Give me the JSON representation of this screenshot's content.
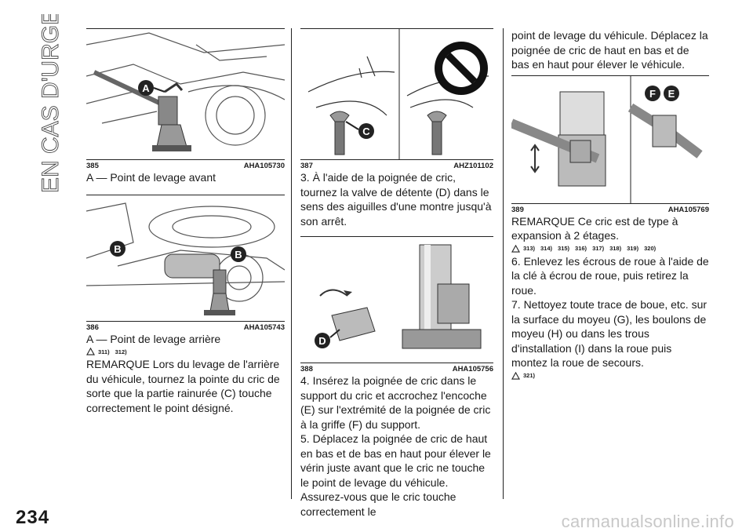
{
  "section_title": "EN CAS D'URGENCE",
  "page_number": "234",
  "watermark": "carmanualsonline.info",
  "figures": [
    {
      "number": "385",
      "code": "AHA105730",
      "callouts": [
        "A"
      ]
    },
    {
      "number": "386",
      "code": "AHA105743",
      "callouts": [
        "B",
        "B"
      ]
    },
    {
      "number": "387",
      "code": "AHZ101102",
      "callouts": [
        "C"
      ]
    },
    {
      "number": "388",
      "code": "AHA105756",
      "callouts": [
        "D"
      ]
    },
    {
      "number": "389",
      "code": "AHA105769",
      "callouts": [
        "F",
        "E"
      ]
    }
  ],
  "col1": {
    "caption_385": "A — Point de levage avant",
    "caption_386": "A — Point de levage arrière",
    "refs_1": [
      "311)",
      "312)"
    ],
    "para_1": "REMARQUE Lors du levage de l'arrière du véhicule, tournez la pointe du cric de sorte que la partie rainurée (C) touche correctement le point désigné."
  },
  "col2": {
    "para_3": "3. À l'aide de la poignée de cric, tournez la valve de détente (D) dans le sens des aiguilles d'une montre jusqu'à son arrêt.",
    "para_4": "4. Insérez la poignée de cric dans le support du cric et accrochez l'encoche (E) sur l'extrémité de la poignée de cric à la griffe (F) du support.",
    "para_5": "5. Déplacez la poignée de cric de haut en bas et de bas en haut pour élever le vérin juste avant que le cric ne touche le point de levage du véhicule. Assurez-vous que le cric touche correctement le"
  },
  "col3": {
    "para_cont": "point de levage du véhicule. Déplacez la poignée de cric de haut en bas et de bas en haut pour élever le véhicule.",
    "para_remark": "REMARQUE Ce cric est de type à expansion à 2 étages.",
    "refs_2": [
      "313)",
      "314)",
      "315)",
      "316)",
      "317)",
      "318)",
      "319)",
      "320)"
    ],
    "para_6": "6. Enlevez les écrous de roue à l'aide de la clé à écrou de roue, puis retirez la roue.",
    "para_7": "7. Nettoyez toute trace de boue, etc. sur la surface du moyeu (G), les boulons de moyeu (H) ou dans les trous d'installation (I) dans la roue puis montez la roue de secours.",
    "refs_3": [
      "321)"
    ]
  }
}
